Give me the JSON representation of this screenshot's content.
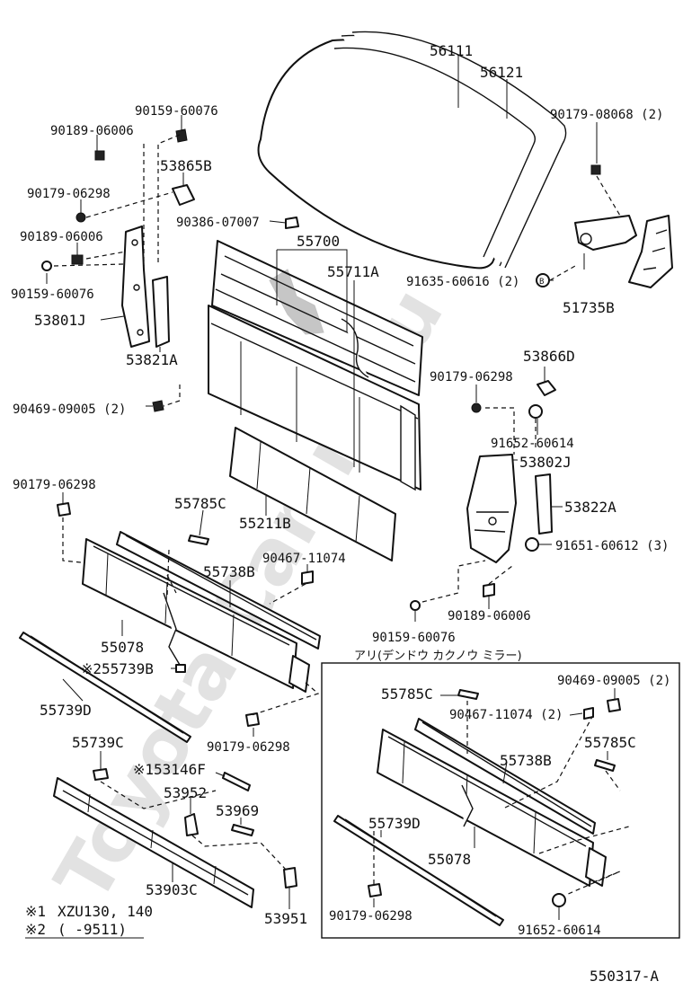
{
  "watermark": "Toyota Camry.ru",
  "drawing_code": "550317-A",
  "option_header": "アリ(デンドウ カクノウ ミラー)",
  "footnotes": [
    {
      "mark": "※1",
      "text": "XZU130, 140"
    },
    {
      "mark": "※2",
      "text": "(    -9511)"
    }
  ],
  "labels": {
    "p56111": "56111",
    "p56121": "56121",
    "p90159_top": "90159-60076",
    "p90189_top": "90189-06006",
    "p53865B": "53865B",
    "p90179_06298_l": "90179-06298",
    "p90386": "90386-07007",
    "p90189_mid": "90189-06006",
    "p90159_mid": "90159-60076",
    "p53801J": "53801J",
    "p53821A": "53821A",
    "p90469_l": "90469-09005 (2)",
    "p55700": "55700",
    "p55711A": "55711A",
    "p90179_08068": "90179-08068 (2)",
    "p91635": "91635-60616 (2)",
    "p51735B": "51735B",
    "p53866D": "53866D",
    "p90179_06298_r": "90179-06298",
    "p91652_r": "91652-60614",
    "p53802J": "53802J",
    "p53822A": "53822A",
    "p91651": "91651-60612 (3)",
    "p90189_r": "90189-06006",
    "p90159_r": "90159-60076",
    "p90179_06298_bl": "90179-06298",
    "p55785C": "55785C",
    "p55211B": "55211B",
    "p90467": "90467-11074",
    "p55738B": "55738B",
    "p55078": "55078",
    "p55739B": "※255739B",
    "p55739D": "55739D",
    "p90179_06298_b": "90179-06298",
    "p55739C": "55739C",
    "p53146F": "※153146F",
    "p53952": "53952",
    "p53969": "53969",
    "p53903C": "53903C",
    "p53951": "53951",
    "o55785C_a": "55785C",
    "o90469": "90469-09005 (2)",
    "o90467": "90467-11074 (2)",
    "o55738B": "55738B",
    "o55785C_b": "55785C",
    "o55739D": "55739D",
    "o55078": "55078",
    "o90179_06298": "90179-06298",
    "o91652": "91652-60614"
  },
  "clip_symbol": "B"
}
